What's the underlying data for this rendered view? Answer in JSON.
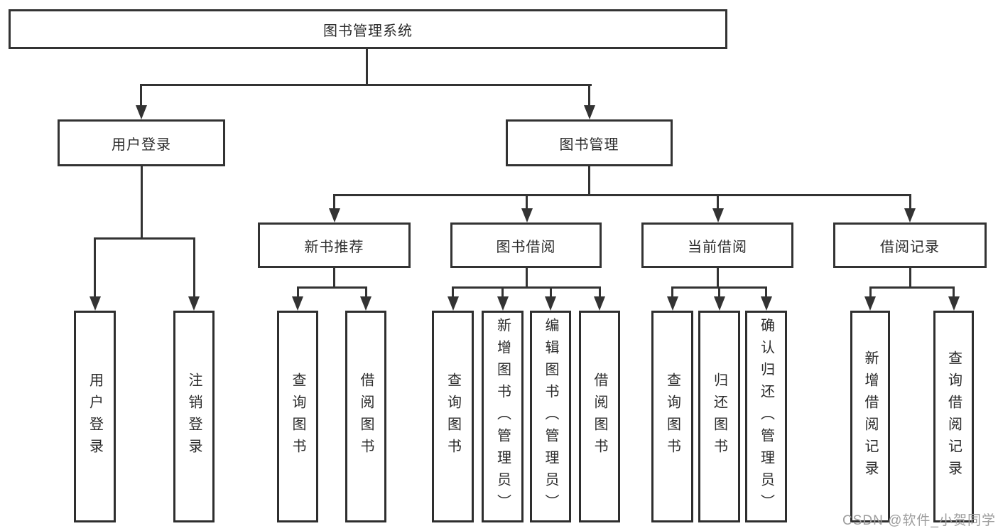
{
  "nodes": {
    "root": {
      "label": "图书管理系统"
    },
    "level2": {
      "user_login": {
        "label": "用户登录"
      },
      "book_management": {
        "label": "图书管理"
      }
    },
    "level3": {
      "new_book_recommend": {
        "label": "新书推荐"
      },
      "book_borrow": {
        "label": "图书借阅"
      },
      "current_borrow": {
        "label": "当前借阅"
      },
      "borrow_records": {
        "label": "借阅记录"
      }
    },
    "leaves": {
      "user_login_leaf": {
        "label": "用户登录"
      },
      "logout": {
        "label": "注销登录"
      },
      "nb_query_books": {
        "label": "查询图书"
      },
      "nb_borrow_books": {
        "label": "借阅图书"
      },
      "bb_query_books": {
        "label": "查询图书"
      },
      "bb_add_books": {
        "label": "新增图书（管理员）"
      },
      "bb_edit_books": {
        "label": "编辑图书（管理员）"
      },
      "bb_borrow_books": {
        "label": "借阅图书"
      },
      "cb_query_books": {
        "label": "查询图书"
      },
      "cb_return_books": {
        "label": "归还图书"
      },
      "cb_confirm_return": {
        "label": "确认归还（管理员）"
      },
      "br_add_record": {
        "label": "新增借阅记录"
      },
      "br_query_record": {
        "label": "查询借阅记录"
      }
    }
  },
  "watermark": {
    "text": "CSDN @软件_小贺同学"
  },
  "colors": {
    "line": "#333333",
    "box_border": "#2e2e2e",
    "box_background": "#ffffff",
    "text": "#2b2b2b",
    "watermark": "#9d9d9d",
    "page_background": "#ffffff"
  }
}
